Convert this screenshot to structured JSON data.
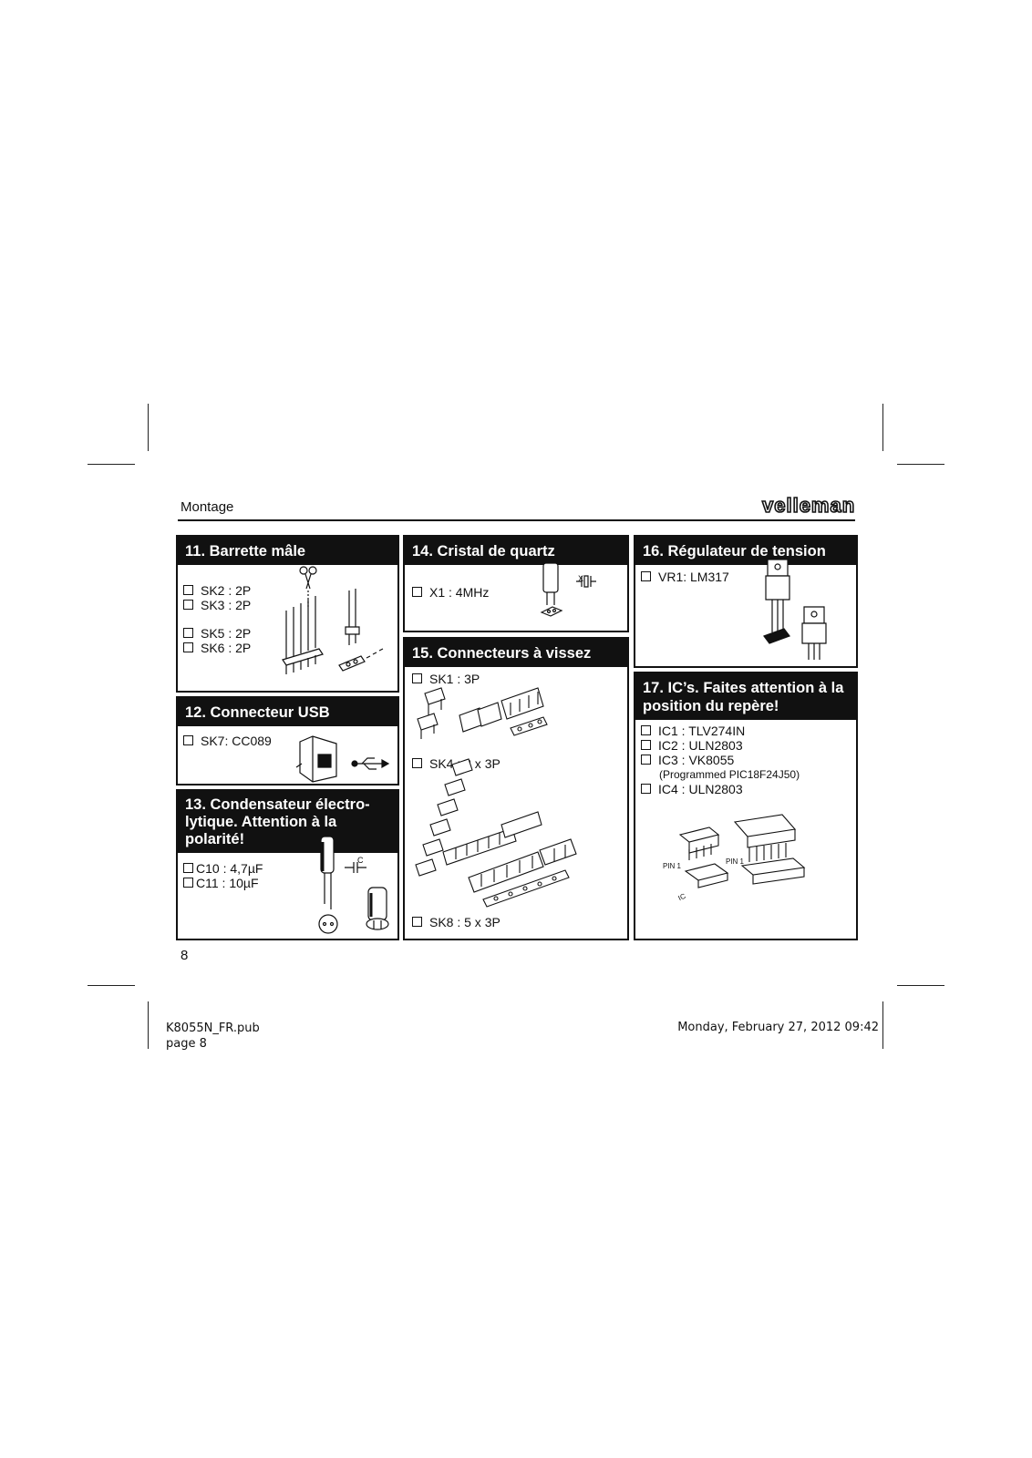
{
  "header": {
    "title": "Montage",
    "logo": "velleman"
  },
  "sections": {
    "s11": {
      "title": "11. Barrette mâle",
      "items": [
        "SK2 : 2P",
        "SK3 : 2P",
        "SK5 : 2P",
        "SK6 : 2P"
      ]
    },
    "s12": {
      "title": "12. Connecteur USB",
      "items": [
        "SK7: CC089"
      ]
    },
    "s13": {
      "title_line1": "13. Condensateur électro-",
      "title_line2": "lytique. Attention à la polarité!",
      "items": [
        "C10 : 4,7µF",
        "C11 : 10µF"
      ],
      "symbol_label": "C"
    },
    "s14": {
      "title": "14. Cristal de quartz",
      "items": [
        "X1 : 4MHz"
      ],
      "symbol_label": "X"
    },
    "s15": {
      "title": "15. Connecteurs à vissez",
      "items": [
        "SK1 : 3P",
        "SK4 : 2 x 3P",
        "SK8 : 5 x 3P"
      ]
    },
    "s16": {
      "title": "16. Régulateur de tension",
      "items": [
        "VR1: LM317"
      ]
    },
    "s17": {
      "title_line1": "17. IC’s. Faites attention à la",
      "title_line2": "position du repère!",
      "items": [
        "IC1 : TLV274IN",
        "IC2 : ULN2803",
        "IC3 : VK8055",
        "IC4 : ULN2803"
      ],
      "note": "(Programmed PIC18F24J50)",
      "pin_label": "PIN 1",
      "pin_label_b": "PIN 1",
      "ic_label": "IC"
    }
  },
  "page_number": "8",
  "footer": {
    "file": "K8055N_FR.pub",
    "page": "page 8",
    "date": "Monday, February 27, 2012 09:42"
  }
}
